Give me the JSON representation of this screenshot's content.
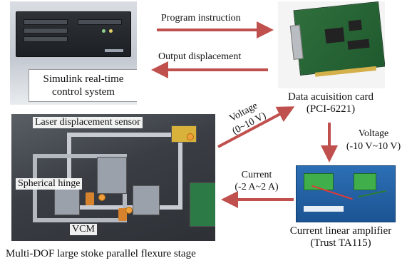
{
  "colors": {
    "arrow": "#c0504d",
    "sim_box_border": "#999999",
    "marker": "#f0a03a"
  },
  "labels": {
    "program_instruction": "Program instruction",
    "output_displacement": "Output displacement",
    "simulink_line1": "Simulink real-time",
    "simulink_line2": "control system",
    "daq_line1": "Data acuisition card",
    "daq_line2": "(PCI-6221)",
    "voltage1_line1": "Voltage",
    "voltage1_line2": "(0~10 V)",
    "voltage2_line1": "Voltage",
    "voltage2_line2": "(-10 V~10 V)",
    "current_line1": "Current",
    "current_line2": "(-2 A~2 A)",
    "amp_line1": "Current linear amplifier",
    "amp_line2": "(Trust TA115)",
    "laser_sensor": "Laser displacement sensor",
    "spherical_hinge": "Spherical hinge",
    "vcm": "VCM",
    "stage_caption": "Multi-DOF large stoke parallel flexure stage"
  },
  "icons": {
    "computer": "industrial-pc-photo",
    "daq_card": "pci-card-photo",
    "amplifier": "amplifier-photo",
    "stage": "flexure-stage-photo"
  }
}
